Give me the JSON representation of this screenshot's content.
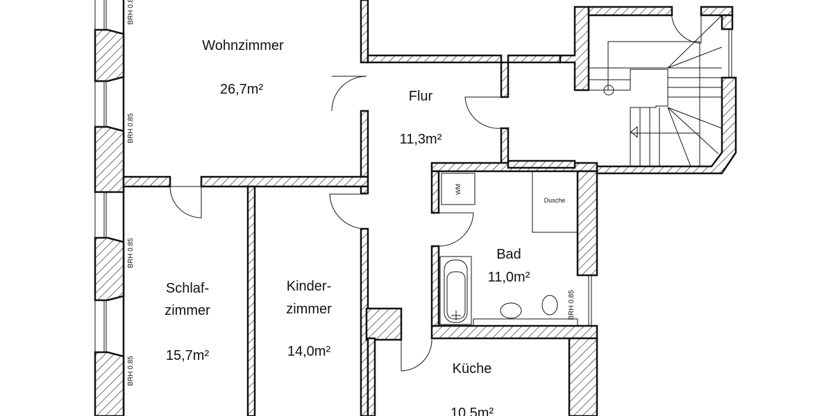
{
  "rooms": {
    "wohnzimmer": {
      "name": "Wohnzimmer",
      "area": "26,7m²"
    },
    "flur": {
      "name": "Flur",
      "area": "11,3m²"
    },
    "bad": {
      "name": "Bad",
      "area": "11,0m²"
    },
    "schlafzimmer": {
      "name_line1": "Schlaf-",
      "name_line2": "zimmer",
      "area": "15,7m²"
    },
    "kinderzimmer": {
      "name_line1": "Kinder-",
      "name_line2": "zimmer",
      "area": "14,0m²"
    },
    "kueche": {
      "name": "Küche",
      "area": "10,5m²"
    }
  },
  "fixtures": {
    "washing_machine": "WM",
    "shower": "Dusche"
  },
  "window_note": "BRH 0.85"
}
